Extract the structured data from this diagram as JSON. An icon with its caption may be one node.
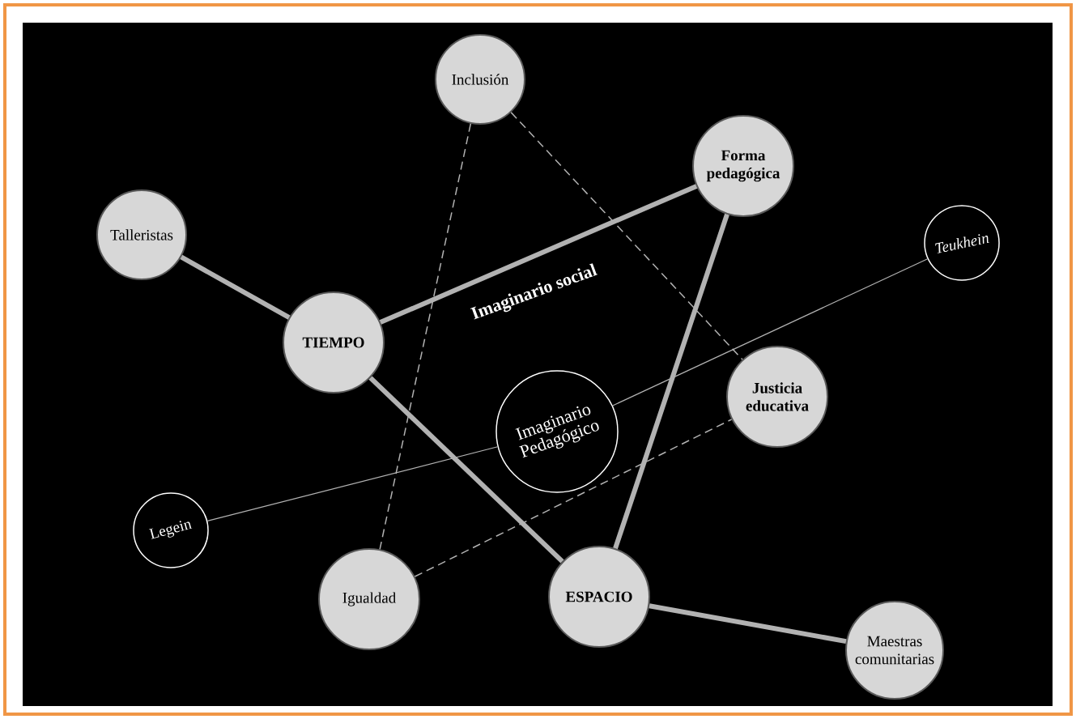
{
  "diagram": {
    "nodes": [
      {
        "text": [
          "Inclusión"
        ]
      },
      {
        "text": [
          "Forma pedagógica"
        ]
      },
      {
        "text": [
          "Talleristas"
        ]
      },
      {
        "text": [
          "Teukhein"
        ]
      },
      {
        "text": [
          "TIEMPO"
        ]
      },
      {
        "text": [
          "Imaginario Pedagógico"
        ]
      },
      {
        "text": [
          "Justicia educativa"
        ]
      },
      {
        "text": [
          "Legein"
        ]
      },
      {
        "text": [
          "Igualdad"
        ]
      },
      {
        "text": [
          "ESPACIO"
        ]
      },
      {
        "text": [
          "Maestras comunitarias"
        ]
      }
    ],
    "edges": [
      {
        "from": 2,
        "to": 4,
        "arrow": "none",
        "style": "thick"
      },
      {
        "from": 4,
        "to": 1,
        "arrow": "none",
        "style": "thick"
      },
      {
        "from": 4,
        "to": 9,
        "arrow": "none",
        "style": "thick"
      },
      {
        "from": 1,
        "to": 9,
        "arrow": "none",
        "style": "thick"
      },
      {
        "from": 9,
        "to": 10,
        "arrow": "none",
        "style": "thick"
      },
      {
        "from": 0,
        "to": 8,
        "arrow": "none",
        "style": "dashed"
      },
      {
        "from": 0,
        "to": 6,
        "arrow": "none",
        "style": "dashed"
      },
      {
        "from": 8,
        "to": 6,
        "arrow": "none",
        "style": "dashed"
      },
      {
        "from": 7,
        "to": 5,
        "arrow": "none"
      },
      {
        "from": 5,
        "to": 3,
        "arrow": "none"
      }
    ],
    "labels": [
      "Imaginario social"
    ]
  }
}
